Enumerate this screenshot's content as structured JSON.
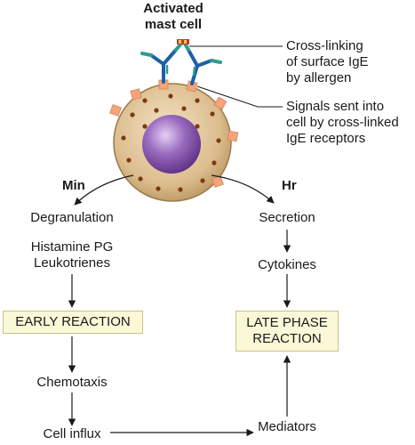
{
  "cell": {
    "title": "Activated\nmast cell",
    "annotation_crosslinking": "Cross-linking\nof surface IgE\nby allergen",
    "annotation_signals": "Signals sent into\ncell by cross-linked\nIgE receptors"
  },
  "left_pathway": {
    "time_label": "Min",
    "step1": "Degranulation",
    "step2": "Histamine PG\nLeukotrienes",
    "reaction": "EARLY REACTION",
    "step3": "Chemotaxis",
    "step4": "Cell influx"
  },
  "right_pathway": {
    "time_label": "Hr",
    "step1": "Secretion",
    "step2": "Cytokines",
    "reaction": "LATE PHASE\nREACTION",
    "step3": "Mediators"
  },
  "colors": {
    "cell_body": "#d9b98a",
    "nucleus": "#8a5cae",
    "granule": "#7a3b12",
    "receptor": "#f2a579",
    "antibody_blue": "#1e5fa8",
    "antibody_teal": "#2e9c8e",
    "allergen": "#c0392b",
    "box_fill": "#fbf8d8"
  }
}
